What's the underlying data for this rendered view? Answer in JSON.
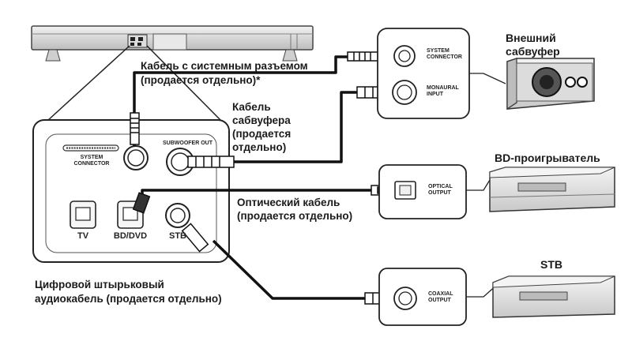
{
  "labels": {
    "system_cable": "Кабель с системным разъемом",
    "system_cable_note": "(продается отдельно)*",
    "subwoofer_cable_1": "Кабель",
    "subwoofer_cable_2": "сабвуфера",
    "subwoofer_cable_3": "(продается",
    "subwoofer_cable_4": "отдельно)",
    "optical_cable_1": "Оптический кабель",
    "optical_cable_2": "(продается отдельно)",
    "coax_cable_1": "Цифровой штырьковый",
    "coax_cable_2": "аудиокабель (продается отдельно)",
    "ext_sub_1": "Внешний",
    "ext_sub_2": "сабвуфер",
    "bd_player": "BD-проигрыватель",
    "stb_device": "STB"
  },
  "panel_text": {
    "system_connector_1": "SYSTEM",
    "system_connector_2": "CONNECTOR",
    "subwoofer_out": "SUBWOOFER OUT",
    "tv": "TV",
    "bd_dvd": "BD/DVD",
    "stb": "STB"
  },
  "device_text": {
    "sub_system_connector_1": "SYSTEM",
    "sub_system_connector_2": "CONNECTOR",
    "monaural_input_1": "MONAURAL",
    "monaural_input_2": "INPUT",
    "optical_output_1": "OPTICAL",
    "optical_output_2": "OUTPUT",
    "coaxial_output_1": "COAXIAL",
    "coaxial_output_2": "OUTPUT"
  }
}
